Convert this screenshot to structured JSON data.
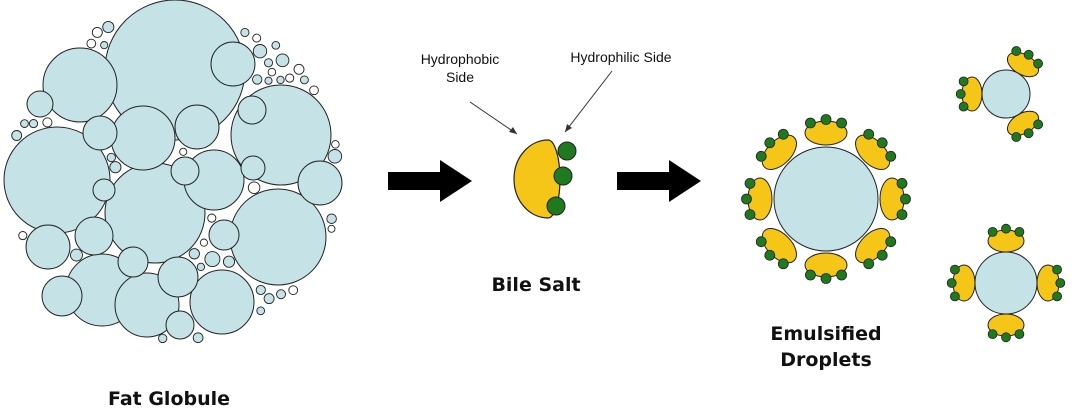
{
  "labels": {
    "fat_globule": "Fat Globule",
    "bile_salt": "Bile Salt",
    "emulsified_line1": "Emulsified",
    "emulsified_line2": "Droplets",
    "hydrophobic_line1": "Hydrophobic",
    "hydrophobic_line2": "Side",
    "hydrophilic": "Hydrophilic Side"
  },
  "colors": {
    "fat": "#c5e3e6",
    "bile_body": "#f5c518",
    "bile_head": "#1f7a1f",
    "outline": "#222222",
    "arrow": "#000000"
  }
}
